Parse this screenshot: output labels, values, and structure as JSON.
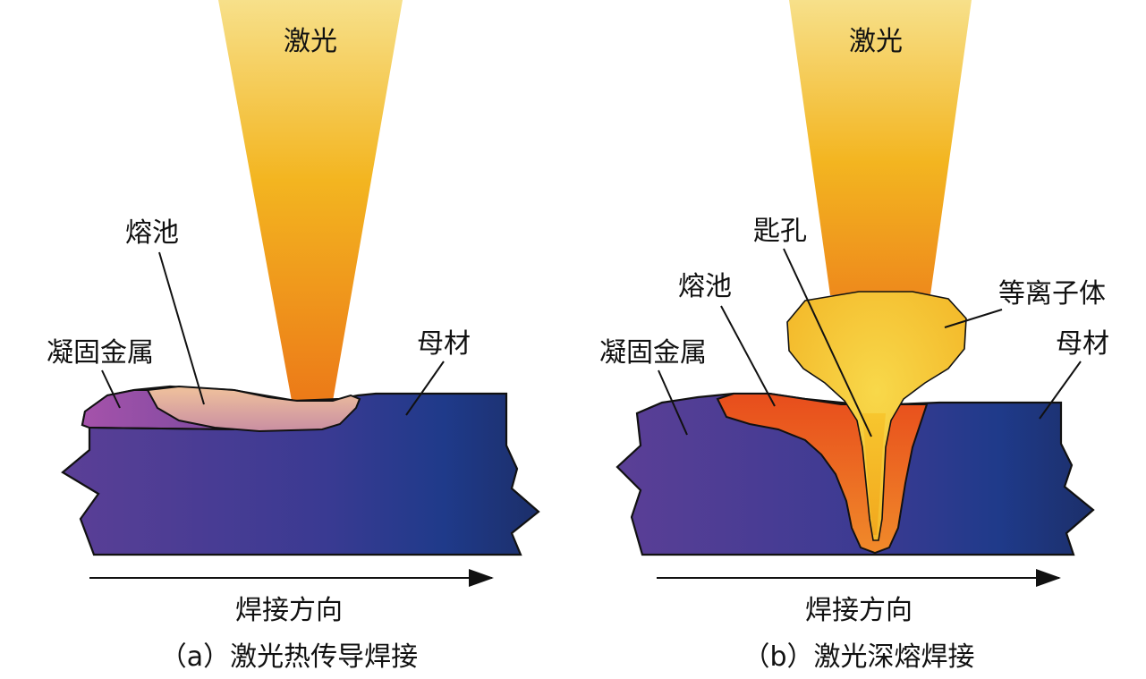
{
  "panel_a": {
    "laser_label": "激光",
    "molten_pool_label": "熔池",
    "solidified_metal_label": "凝固金属",
    "base_metal_label": "母材",
    "direction_label": "焊接方向",
    "caption": "（a）激光热传导焊接"
  },
  "panel_b": {
    "laser_label": "激光",
    "keyhole_label": "匙孔",
    "molten_pool_label": "熔池",
    "plasma_label": "等离子体",
    "solidified_metal_label": "凝固金属",
    "base_metal_label": "母材",
    "direction_label": "焊接方向",
    "caption": "（b）激光深熔焊接"
  },
  "colors": {
    "laser_top": "#f7e08a",
    "laser_mid": "#f3b520",
    "laser_bottom": "#ec7a18",
    "workpiece_left": "#5b3f96",
    "workpiece_right": "#1e3478",
    "solidified_a": "#9a4fa8",
    "pool_a": "#eab190",
    "pool_b": "#e4541e",
    "plasma": "#f7c93a"
  }
}
